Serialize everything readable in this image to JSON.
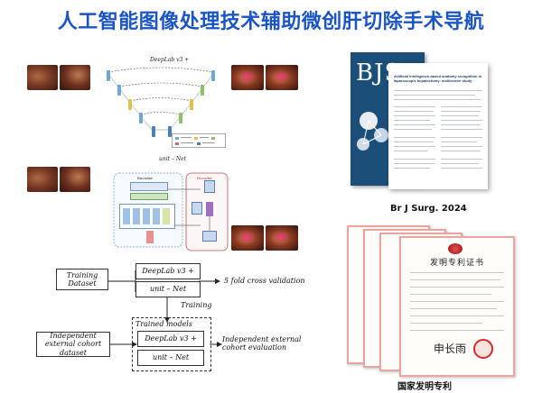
{
  "title": "人工智能图像处理技术辅助微创肝切除手术导航",
  "deeplab_diagram": {
    "label": "DeepLab v3 +"
  },
  "unet_diagram": {
    "label": "unit – Net",
    "encoder": "Encoder",
    "decoder": "Decoder"
  },
  "flowchart": {
    "training_dataset": "Training Dataset",
    "deeplab": "DeepLab v3 +",
    "unet": "unit – Net",
    "cv_label": "5 fold cross validation",
    "training_label": "Training",
    "trained_models": "Trained models",
    "external_dataset": "Independent external cohort dataset",
    "external_eval": "Independent external cohort evaluation"
  },
  "journal": {
    "logo": "BJS",
    "paper_title": "Artificial intelligence-based anatomy recognition in laparoscopic hepatectomy: multicentre study",
    "caption": "Br J Surg. 2024"
  },
  "patent": {
    "header": "发明专利证书",
    "caption": "国家发明专利"
  },
  "colors": {
    "title_blue": "#1a55c8",
    "seal_red": "#d62a2a",
    "journal_navy": "#1c4e7a"
  }
}
